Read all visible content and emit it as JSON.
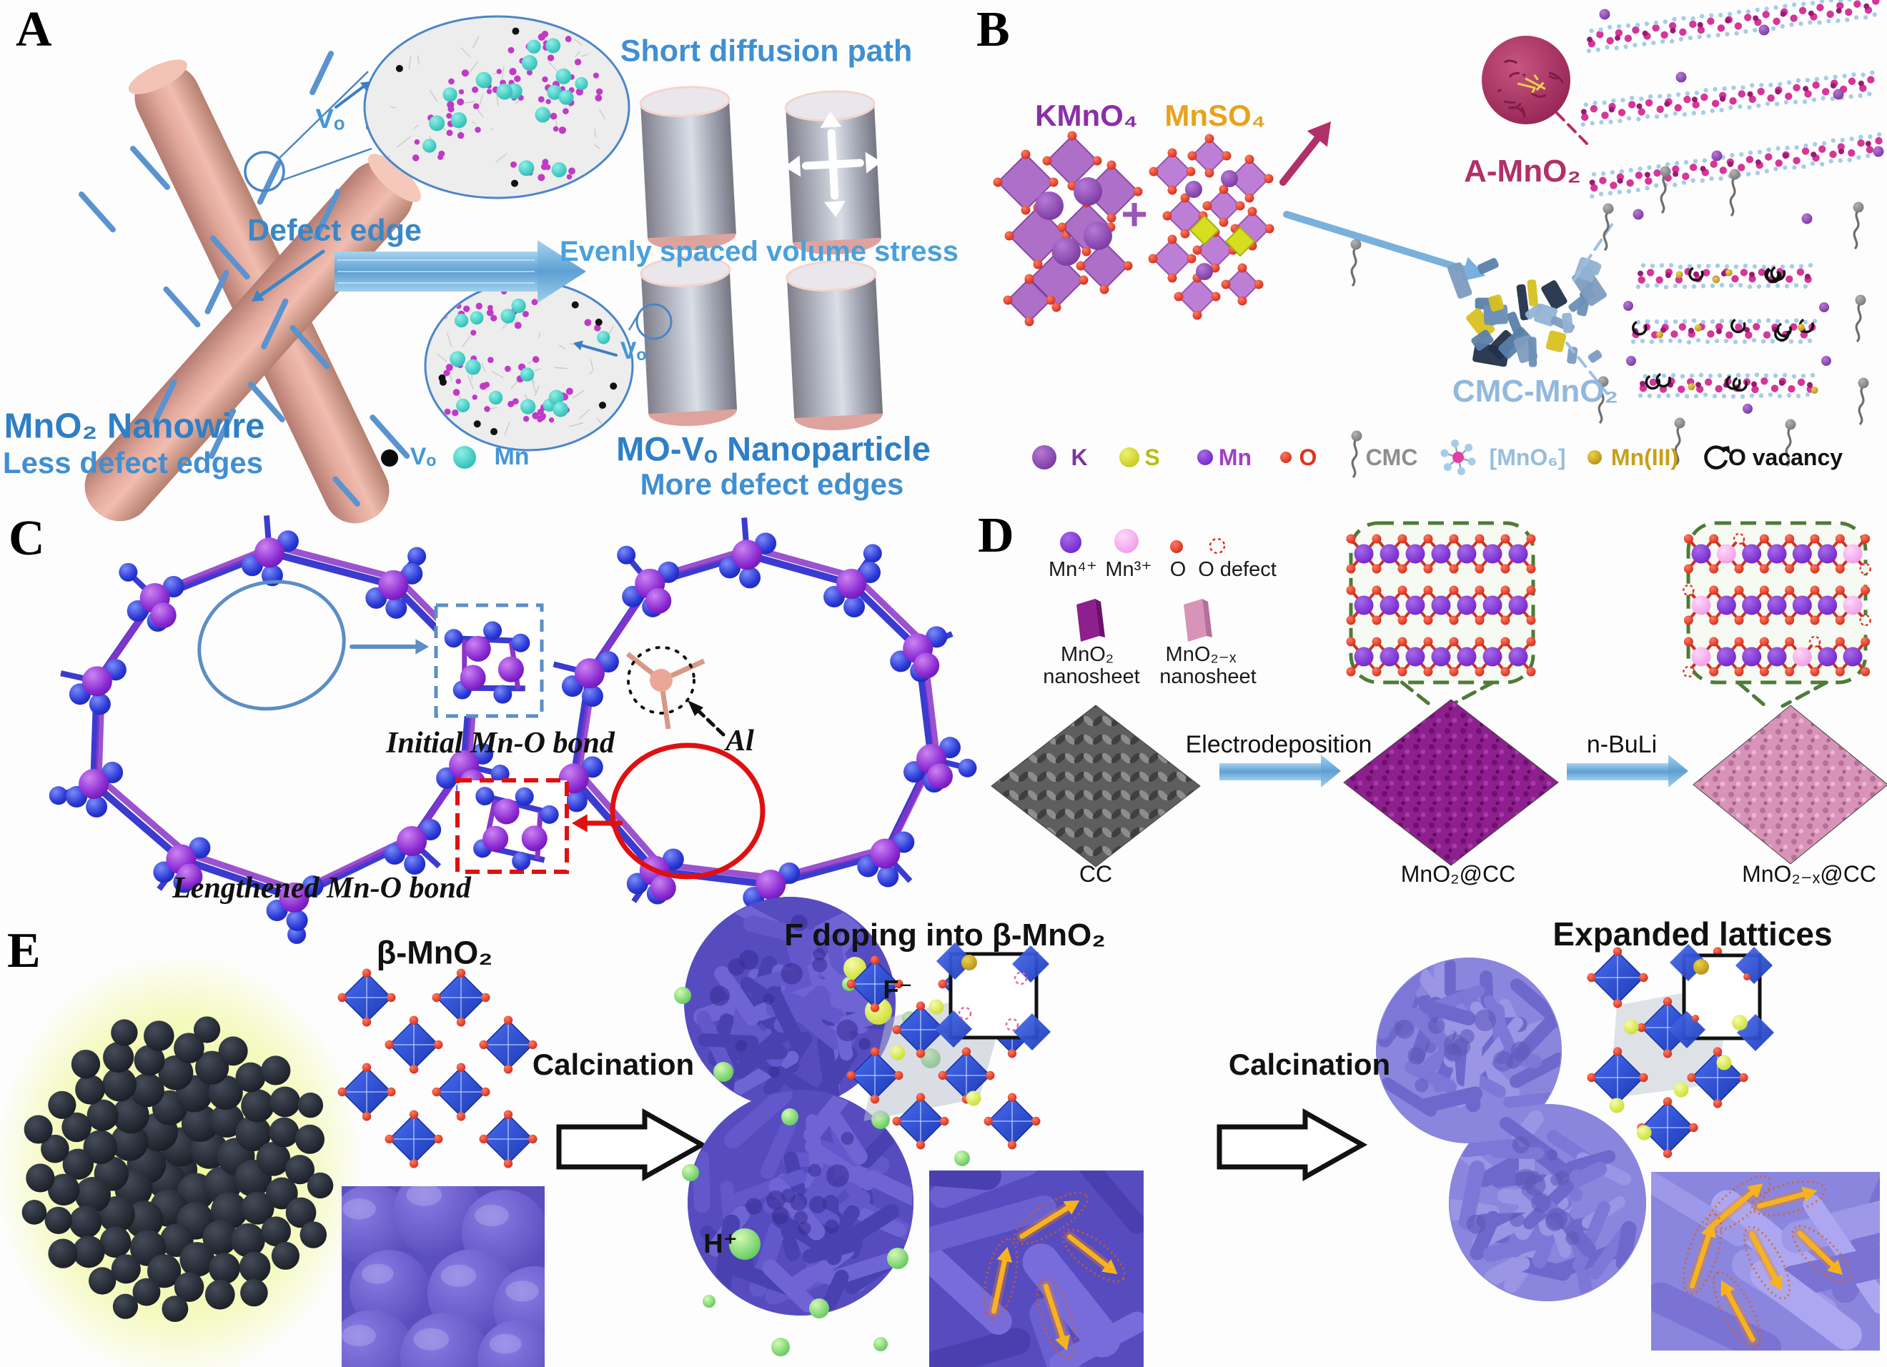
{
  "figure": {
    "type": "multi-panel scientific schematic about MnO2 electrode materials",
    "background": "#ffffff"
  },
  "colors": {
    "accent_blue": "#3a87c8",
    "wire_pink": "#e2a89b",
    "kmno4_purple": "#8b2fa8",
    "mnso4_orange": "#e8a21c",
    "a_mno2_magenta": "#b03068",
    "cmc_mno2_blue": "#92b9dc",
    "green_dash": "#4e7b38",
    "mno2_purple": "#8e1f8e",
    "mno2x_pink": "#d893b8",
    "lattice_blue": "#2e57e0",
    "urchin_purple": "#5b52be",
    "expanded_purple": "#8a85dd",
    "f_yellow": "#d6e428",
    "h_green": "#5fcf5f"
  },
  "panels": {
    "a": {
      "label": "A",
      "vo_top": "Vₒ",
      "vo_bottom": "Vₒ",
      "defect_edge": "Defect edge",
      "short_diffusion_path": "Short diffusion path",
      "evenly_spaced": "Evenly spaced volume stress",
      "nanowire_title": "MnO₂ Nanowire",
      "nanowire_subtitle": "Less defect edges",
      "nanoparticle_title": "MO-Vₒ Nanoparticle",
      "nanoparticle_subtitle": "More defect edges",
      "legend": [
        {
          "icon": "vo-black-dot",
          "label": "Vₒ"
        },
        {
          "icon": "mn-teal-sphere",
          "label": "Mn"
        }
      ]
    },
    "b": {
      "label": "B",
      "reactant1": "KMnO₄",
      "plus": "+",
      "reactant2": "MnSO₄",
      "product1": "A-MnO₂",
      "product2": "CMC-MnO₂",
      "legend": [
        {
          "icon": "k-sphere",
          "label": "K",
          "color": "#7a35a2"
        },
        {
          "icon": "s-sphere",
          "label": "S",
          "color": "#b9bd12"
        },
        {
          "icon": "mn-sphere",
          "label": "Mn",
          "color": "#a23fc4"
        },
        {
          "icon": "o-sphere",
          "label": "O",
          "color": "#e2331e"
        },
        {
          "icon": "cmc-squiggle",
          "label": "CMC",
          "color": "#8e8e8e"
        },
        {
          "icon": "mno6-octahedron",
          "label": "[MnO₆]",
          "color": "#96bede"
        },
        {
          "icon": "mn3-gold-sphere",
          "label": "Mn(III)",
          "color": "#c9a018"
        },
        {
          "icon": "o-vacancy-circular-arrow",
          "label": "O vacancy",
          "color": "#111111"
        }
      ]
    },
    "c": {
      "label": "C",
      "initial_bond": "Initial Mn-O bond",
      "lengthened_bond": "Lengthened Mn-O bond",
      "al_label": "Al"
    },
    "d": {
      "label": "D",
      "legend_atoms": [
        {
          "icon": "mn4-purple-sphere",
          "label": "Mn⁴⁺"
        },
        {
          "icon": "mn3-pink-sphere",
          "label": "Mn³⁺"
        },
        {
          "icon": "o-red-sphere",
          "label": "O"
        },
        {
          "icon": "o-defect-dashed-circle",
          "label": "O defect"
        }
      ],
      "legend_sheets": [
        {
          "icon": "mno2-purple-sheet",
          "line1": "MnO₂",
          "line2": "nanosheet"
        },
        {
          "icon": "mno2x-pink-sheet",
          "line1": "MnO₂₋ₓ",
          "line2": "nanosheet"
        }
      ],
      "process": {
        "step1": "CC",
        "arrow1": "Electrodeposition",
        "step2": "MnO₂@CC",
        "arrow2": "n-BuLi",
        "step3": "MnO₂₋ₓ@CC"
      }
    },
    "e": {
      "label": "E",
      "beta_mno2": "β-MnO₂",
      "calcination1": "Calcination",
      "f_doping": "F doping into β-MnO₂",
      "f_ion": "F⁻",
      "h_ion": "H⁺",
      "calcination2": "Calcination",
      "expanded_lattices": "Expanded lattices"
    }
  }
}
